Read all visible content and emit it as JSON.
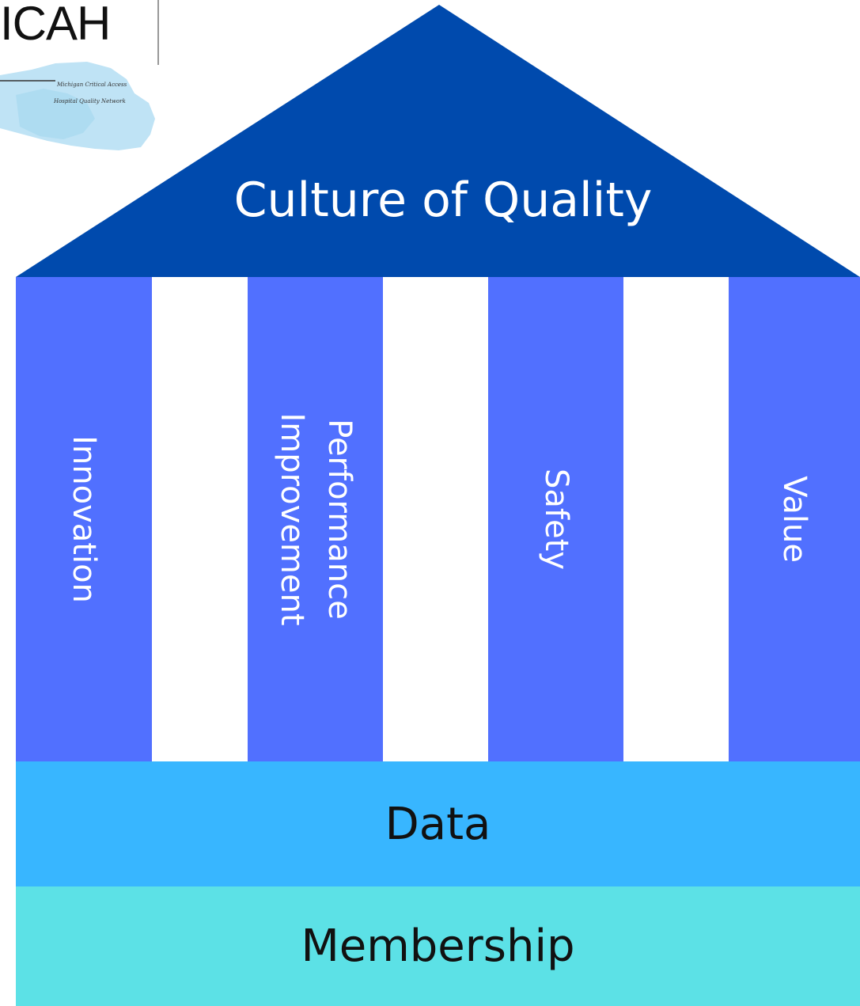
{
  "logo": {
    "text": "ICAH",
    "tagline_line1": "Michigan Critical Access",
    "tagline_line2": "Hospital Quality Network"
  },
  "roof": {
    "title": "Culture of Quality",
    "color": "#004aad"
  },
  "pillars": [
    {
      "label": "Innovation"
    },
    {
      "label": "Performance\nImprovement"
    },
    {
      "label": "Safety"
    },
    {
      "label": "Value"
    }
  ],
  "foundation": {
    "data_label": "Data",
    "data_color": "#38b6ff",
    "membership_label": "Membership",
    "membership_color": "#5ce1e6"
  },
  "colors": {
    "pillar": "#5170ff",
    "background": "#ffffff"
  },
  "icons": [
    "michigan-map-icon"
  ]
}
